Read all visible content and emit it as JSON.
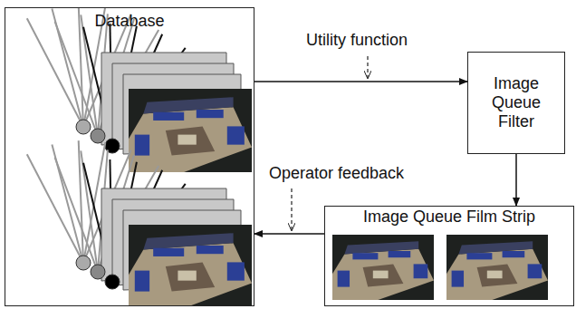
{
  "diagram": {
    "nodes": [
      {
        "text": [
          "Database"
        ]
      },
      {
        "text": [
          "Image Queue Filter"
        ]
      },
      {
        "text": [
          "Image Queue Film Strip"
        ]
      }
    ],
    "edges": [
      {
        "from": 0,
        "to": 1,
        "arrow": "to",
        "label": "Utility function"
      },
      {
        "from": 1,
        "to": 2,
        "arrow": "to"
      },
      {
        "from": 2,
        "to": 0,
        "arrow": "to",
        "label": "Operator feedback"
      }
    ]
  }
}
